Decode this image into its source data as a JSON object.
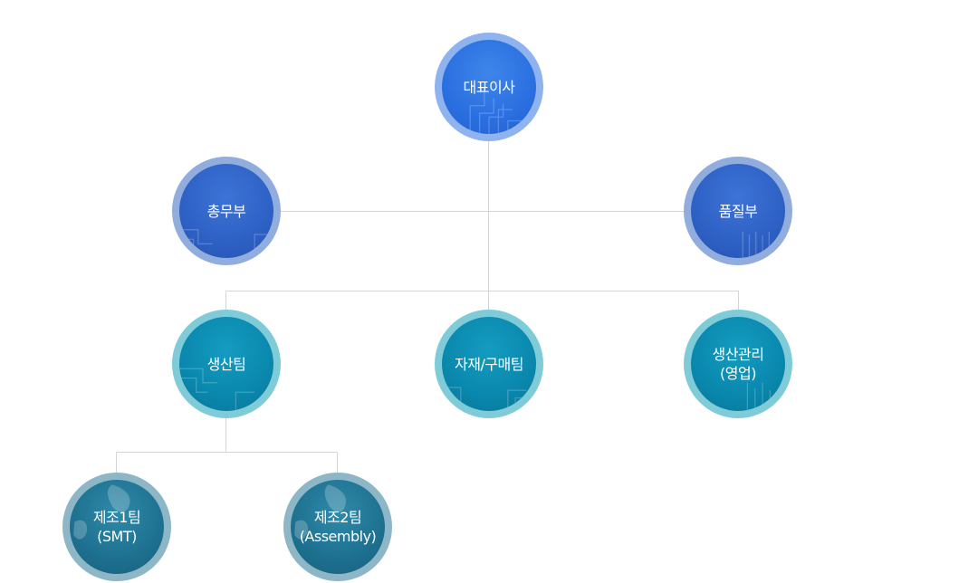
{
  "org": {
    "ceo": {
      "label": "대표이사"
    },
    "departments": [
      {
        "label": "총무부"
      },
      {
        "label": "품질부"
      }
    ],
    "teams": [
      {
        "label": "생산팀"
      },
      {
        "label": "자재/구매팀"
      },
      {
        "label_line1": "생산관리",
        "label_line2": "(영업)"
      }
    ],
    "subteams": [
      {
        "label_line1": "제조1팀",
        "label_line2": "(SMT)"
      },
      {
        "label_line1": "제조2팀",
        "label_line2": "(Assembly)"
      }
    ]
  },
  "colors": {
    "connector": "#d5d5d5",
    "ceo": "#2a6fe0",
    "department": "#2d5fc3",
    "team": "#0a87ad",
    "subteam": "#1e7090"
  }
}
